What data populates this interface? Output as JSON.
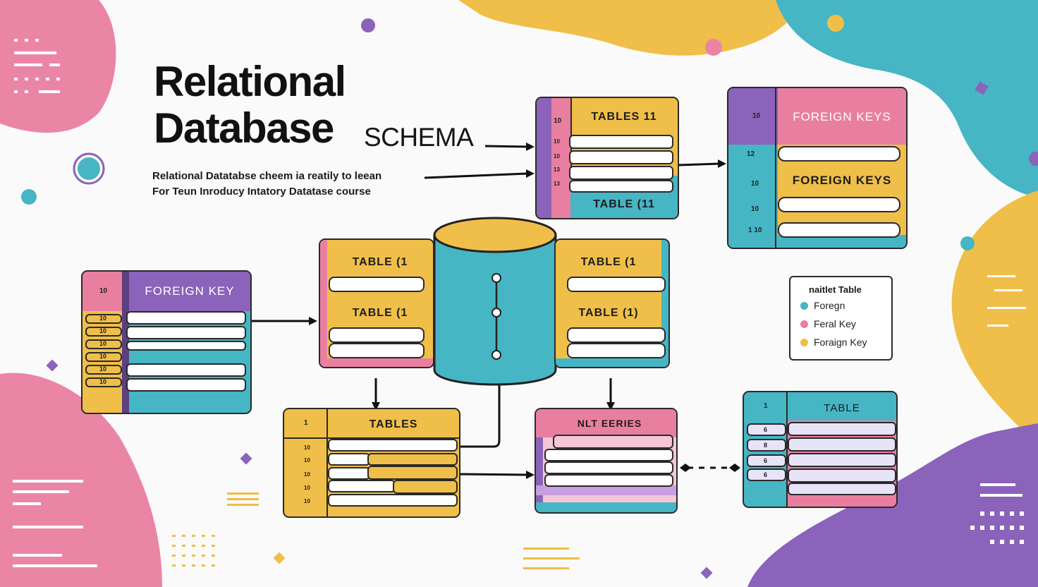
{
  "title": {
    "line1": "Relational",
    "line2": "Database",
    "subtitle": "SCHEMA"
  },
  "description": {
    "line1": "Relational Datatabse cheem ia reatily to leean",
    "line2": "For Teun Inroducy Intatory Datatase course"
  },
  "colors": {
    "pink": "#e97fa0",
    "yellow": "#efbd45",
    "teal": "#45b5c3",
    "purple": "#8a62b9"
  },
  "tables": {
    "top_center": {
      "header_top": "TABLES 11",
      "header_bottom": "TABLE (11",
      "rows": [
        "10",
        "10",
        "10",
        "13",
        "13"
      ]
    },
    "top_right": {
      "header_top": "FOREIGN KEYS",
      "header_bottom": "FOREIGN KEYS",
      "rows": [
        "10",
        "12",
        "10",
        "10",
        "1 10"
      ]
    },
    "left": {
      "header": "FOREIGN KEY",
      "corner": "10",
      "rows": [
        "10",
        "10",
        "10",
        "10",
        "10",
        "10"
      ]
    },
    "mid_left": {
      "header_top": "TABLE (1",
      "header_bottom": "TABLE (1"
    },
    "mid_right": {
      "header_top": "TABLE (1",
      "header_bottom": "TABLE (1)"
    },
    "bottom_left": {
      "header": "TABLES",
      "corner": "1",
      "rows": [
        "10",
        "10",
        "10",
        "10",
        "10"
      ]
    },
    "bottom_center": {
      "header": "NLT EERIES"
    },
    "bottom_right": {
      "header": "TABLE",
      "corner": "1",
      "rows": [
        "6",
        "8",
        "6",
        "6"
      ]
    }
  },
  "legend": {
    "title": "naitlet Table",
    "items": [
      {
        "label": "Foregn",
        "color": "#45b5c3"
      },
      {
        "label": "Feral Key",
        "color": "#e97fa0"
      },
      {
        "label": "Foraign Key",
        "color": "#efbd45"
      }
    ]
  }
}
